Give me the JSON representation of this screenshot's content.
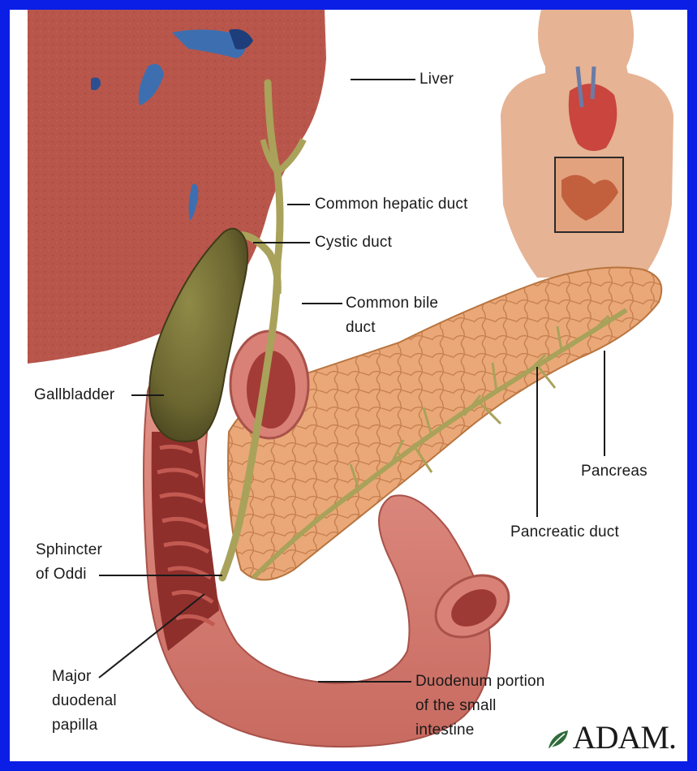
{
  "labels": {
    "liver": "Liver",
    "common_hepatic_duct": "Common hepatic duct",
    "cystic_duct": "Cystic duct",
    "common_bile_duct_1": "Common bile",
    "common_bile_duct_2": "duct",
    "gallbladder": "Gallbladder",
    "pancreas": "Pancreas",
    "pancreatic_duct": "Pancreatic duct",
    "sphincter_1": "Sphincter",
    "sphincter_2": "of Oddi",
    "papilla_1": "Major",
    "papilla_2": "duodenal",
    "papilla_3": "papilla",
    "duodenum_1": "Duodenum portion",
    "duodenum_2": "of the small",
    "duodenum_3": "intestine"
  },
  "logo": {
    "text": "ADAM.",
    "icon": "leaf-icon"
  },
  "colors": {
    "border": "#0a1ee6",
    "liver": "#b9564c",
    "gallbladder": "#6f6a2e",
    "duct": "#9a9a52",
    "pancreas": "#e8a978",
    "duodenum": "#d98177",
    "skin": "#e6b394"
  }
}
